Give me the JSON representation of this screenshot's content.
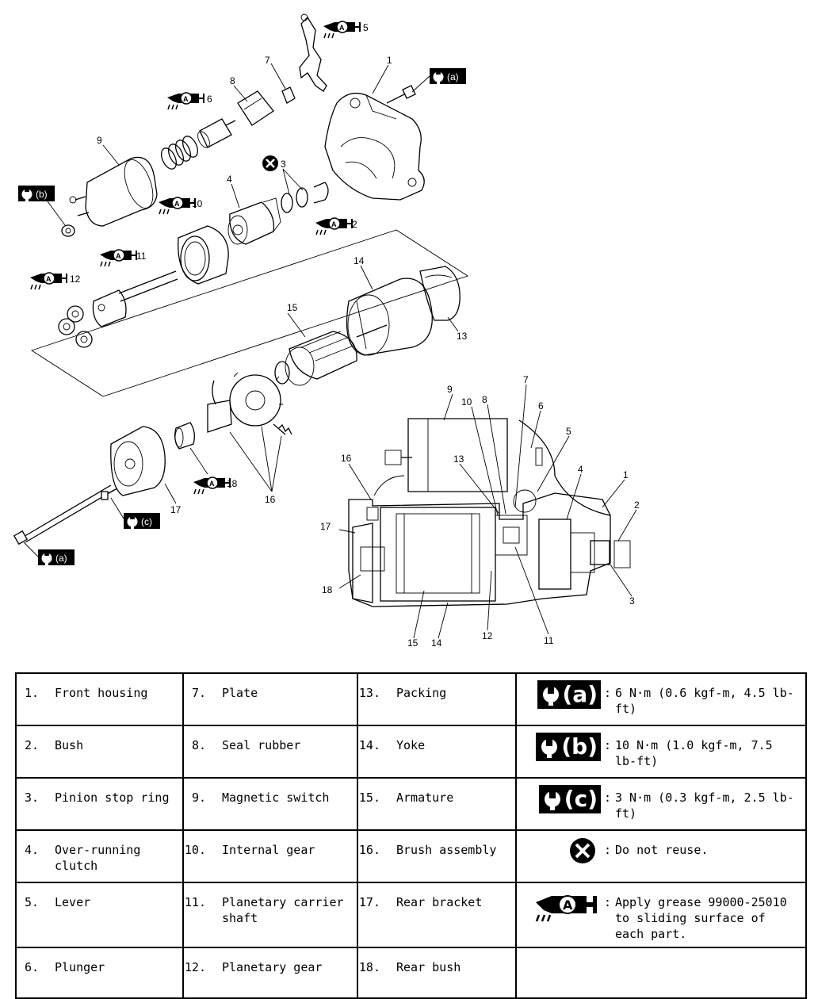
{
  "diagram": {
    "callouts": {
      "c1": "1",
      "c2": "2",
      "c3": "3",
      "c4": "4",
      "c5": "5",
      "c6": "6",
      "c7": "7",
      "c8": "8",
      "c9": "9",
      "c10": "10",
      "c11": "11",
      "c12": "12",
      "c13": "13",
      "c14": "14",
      "c15": "15",
      "c16": "16",
      "c17": "17",
      "c18": "18"
    },
    "torque_tags": {
      "a": "(a)",
      "b": "(b)",
      "c": "(c)"
    },
    "grease_letter": "A"
  },
  "legend": {
    "parts": [
      {
        "num": "1.",
        "name": "Front housing"
      },
      {
        "num": "2.",
        "name": "Bush"
      },
      {
        "num": "3.",
        "name": "Pinion stop ring"
      },
      {
        "num": "4.",
        "name": "Over-running clutch"
      },
      {
        "num": "5.",
        "name": "Lever"
      },
      {
        "num": "6.",
        "name": "Plunger"
      },
      {
        "num": "7.",
        "name": "Plate"
      },
      {
        "num": "8.",
        "name": "Seal rubber"
      },
      {
        "num": "9.",
        "name": "Magnetic switch"
      },
      {
        "num": "10.",
        "name": "Internal gear"
      },
      {
        "num": "11.",
        "name": "Planetary carrier shaft"
      },
      {
        "num": "12.",
        "name": "Planetary gear"
      },
      {
        "num": "13.",
        "name": "Packing"
      },
      {
        "num": "14.",
        "name": "Yoke"
      },
      {
        "num": "15.",
        "name": "Armature"
      },
      {
        "num": "16.",
        "name": "Brush assembly"
      },
      {
        "num": "17.",
        "name": "Rear bracket"
      },
      {
        "num": "18.",
        "name": "Rear bush"
      }
    ],
    "symbols": [
      {
        "badge": "(a)",
        "colon": ":",
        "text": "6 N·m (0.6 kgf-m, 4.5 lb-ft)"
      },
      {
        "badge": "(b)",
        "colon": ":",
        "text": "10 N·m (1.0 kgf-m, 7.5 lb-ft)"
      },
      {
        "badge": "(c)",
        "colon": ":",
        "text": "3 N·m (0.3 kgf-m, 2.5 lb-ft)"
      },
      {
        "colon": ":",
        "text": "Do not reuse."
      },
      {
        "letter": "A",
        "colon": ":",
        "text": "Apply grease 99000-25010 to sliding surface of each part."
      }
    ]
  }
}
